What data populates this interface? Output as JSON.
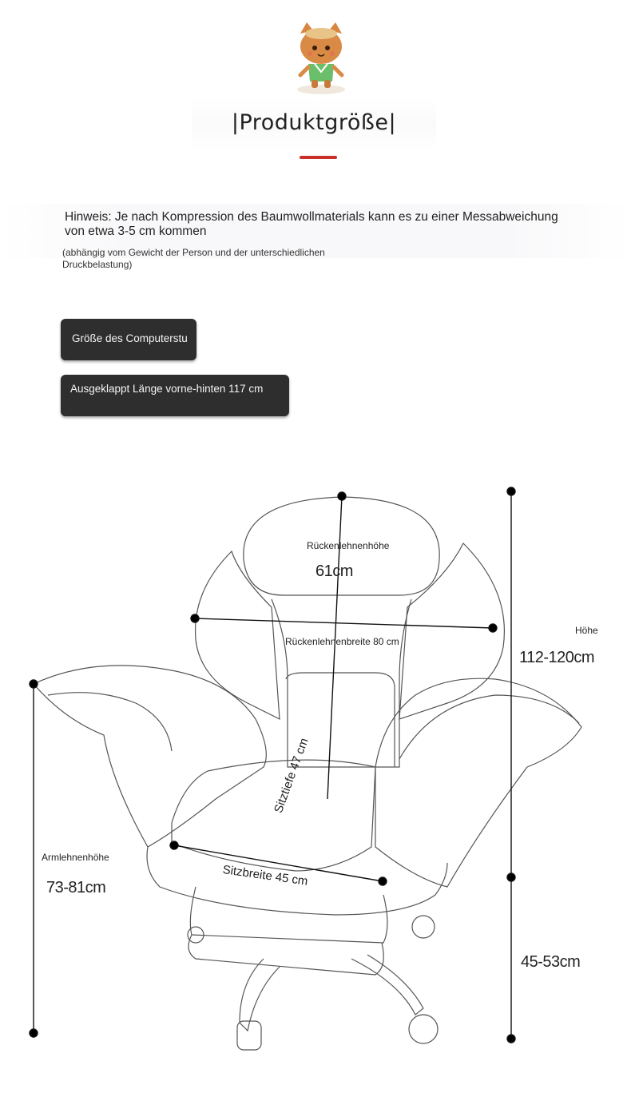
{
  "header": {
    "title": "|Produktgröße|",
    "accent_color": "#c9302c"
  },
  "note": {
    "main": "Hinweis: Je nach Kompression des Baumwollmaterials kann es zu einer Messabweichung von etwa 3-5 cm kommen",
    "sub": "(abhängig vom Gewicht der Person und der unterschiedlichen Druckbelastung)"
  },
  "tags": [
    {
      "label": "Größe des Computerstu"
    },
    {
      "label": "Ausgeklappt Länge vorne-hinten 117 cm"
    }
  ],
  "diagram": {
    "backrest_height_label": "Rückenlehnenhöhe",
    "backrest_height_value": "61cm",
    "backrest_width_label": "Rückenlehnenbreite 80 cm",
    "total_height_label": "Höhe",
    "total_height_value": "112-120cm",
    "seat_depth_label": "Sitztiefe 47 cm",
    "seat_width_label": "Sitzbreite 45 cm",
    "armrest_height_label": "Armlehnenhöhe",
    "armrest_height_value": "73-81cm",
    "seat_height_value": "45-53cm"
  }
}
